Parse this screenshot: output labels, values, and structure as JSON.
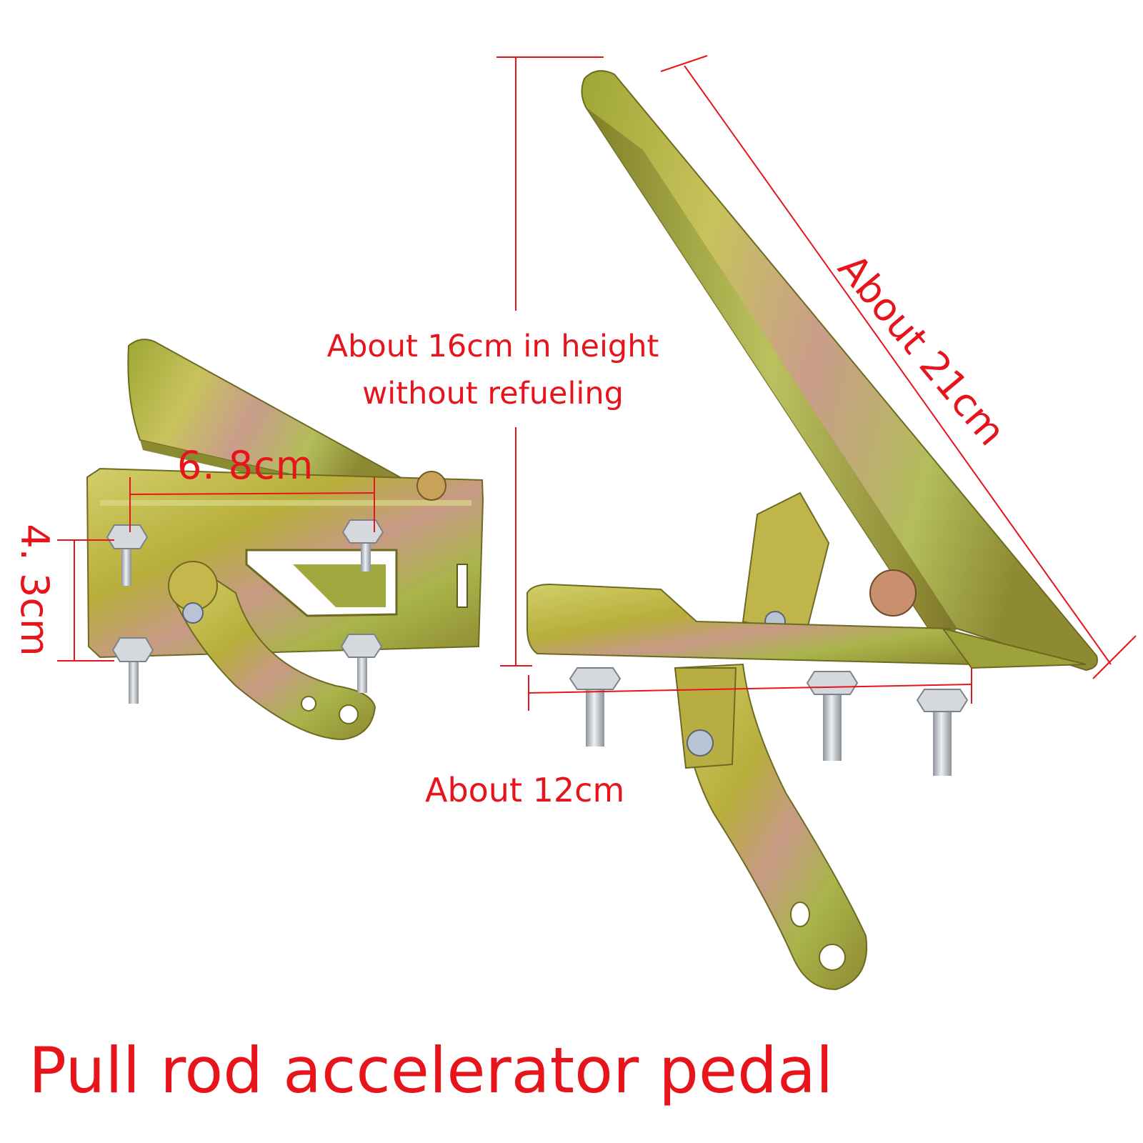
{
  "annotations": {
    "height_line1": "About 16cm in height",
    "height_line2": "without refueling",
    "pedal_length": "About 21cm",
    "base_length": "About 12cm",
    "mount_width": "6. 8cm",
    "mount_height": "4. 3cm"
  },
  "caption": "Pull rod accelerator pedal",
  "colors": {
    "annotation": "#e8141c",
    "metal_main": "#b8b23a",
    "metal_highlight": "#d8d47a",
    "metal_shadow": "#7a6e2a",
    "metal_tint": "#c99a88",
    "bolt": "#c8cdd4"
  }
}
